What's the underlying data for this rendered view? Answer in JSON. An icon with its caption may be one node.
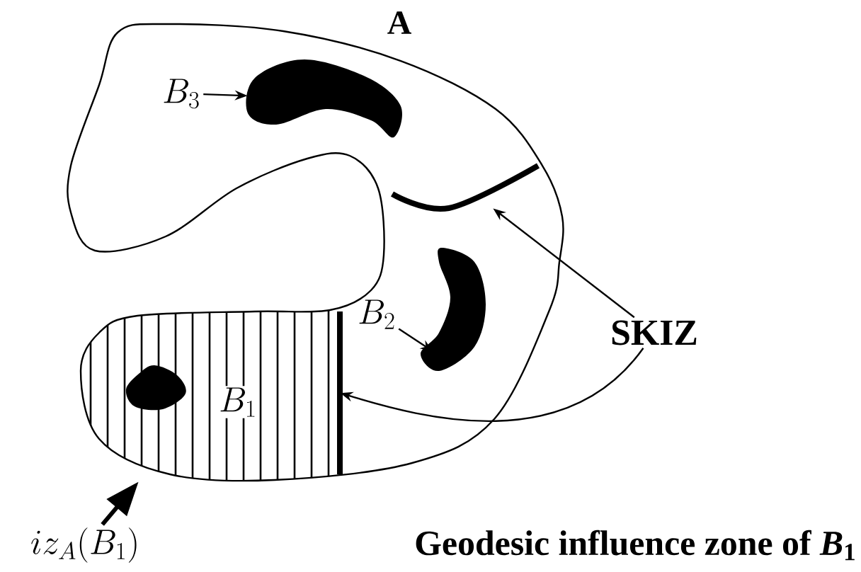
{
  "diagram": {
    "nodes": [
      {
        "text": [
          "A"
        ]
      },
      {
        "text": [
          "B_3"
        ],
        "in": 0
      },
      {
        "text": [],
        "shape": "blob",
        "in": 0
      },
      {
        "text": [
          "B_2"
        ],
        "in": 0
      },
      {
        "text": [],
        "shape": "blob",
        "in": 0
      },
      {
        "text": [],
        "shape": "hatched-region",
        "in": 0
      },
      {
        "text": [],
        "shape": "blob",
        "in": 5
      },
      {
        "text": [],
        "shape": "line",
        "in": 0
      },
      {
        "text": [],
        "shape": "line",
        "in": 0
      },
      {
        "text": [
          "SKIZ"
        ]
      },
      {
        "text": [
          "iz_A(B_1)"
        ]
      }
    ],
    "edges": [
      {
        "from": 1,
        "to": 2,
        "arrow": "to"
      },
      {
        "from": 3,
        "to": 4,
        "arrow": "to"
      },
      {
        "from": 9,
        "to": 7,
        "arrow": "to"
      },
      {
        "from": 9,
        "to": 8,
        "arrow": "to"
      },
      {
        "from": 10,
        "to": 5,
        "arrow": "to",
        "style": "thick"
      }
    ],
    "labels": [
      "B_1",
      "Geodesic influence zone of *B*$_{1}$"
    ]
  }
}
